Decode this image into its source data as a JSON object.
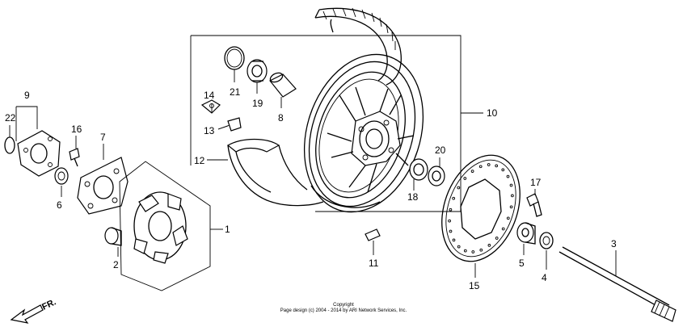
{
  "callouts": {
    "p1": "1",
    "p2": "2",
    "p3": "3",
    "p4": "4",
    "p5": "5",
    "p6": "6",
    "p7": "7",
    "p8": "8",
    "p9": "9",
    "p10": "10",
    "p11": "11",
    "p12": "12",
    "p13": "13",
    "p14": "14",
    "p15": "15",
    "p16": "16",
    "p17": "17",
    "p18": "18",
    "p19": "19",
    "p20": "20",
    "p21": "21",
    "p22": "22"
  },
  "direction_label": "FR.",
  "copyright": {
    "line1": "Copyright",
    "line2": "Page design (c) 2004 - 2014 by ARI Network Services, Inc."
  }
}
